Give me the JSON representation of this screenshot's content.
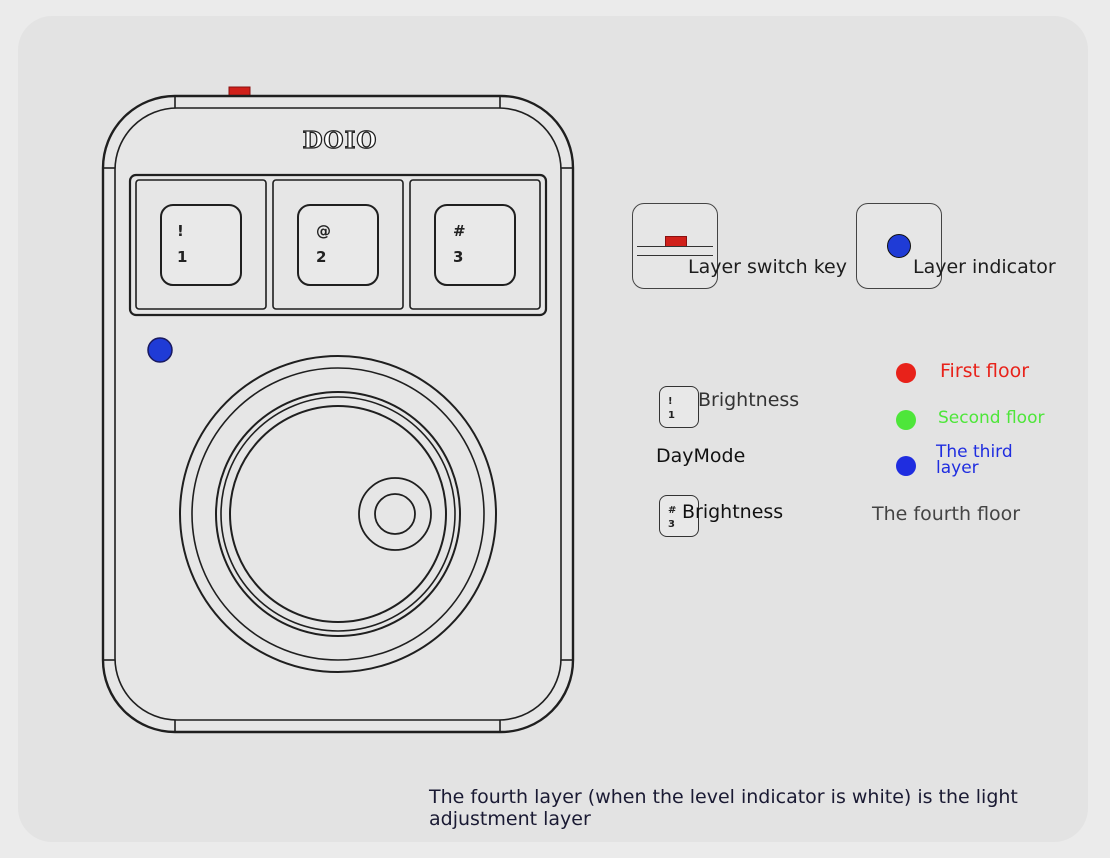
{
  "device": {
    "logo": "DOIO",
    "keys": [
      {
        "top": "!",
        "bottom": "1"
      },
      {
        "top": "@",
        "bottom": "2"
      },
      {
        "top": "#",
        "bottom": "3"
      }
    ],
    "indicator_color": "#1f3bd6",
    "switch_color": "#d0201a"
  },
  "icons": {
    "layer_switch_key": "Layer switch key",
    "layer_indicator": "Layer indicator"
  },
  "brightness": {
    "up_key_symbol_top": "!",
    "up_key_symbol_bottom": "1",
    "up_label": "Brightness",
    "mode_label_a": "Day",
    "mode_label_b": "Mode",
    "down_key_symbol_top": "#",
    "down_key_symbol_bottom": "3",
    "down_label": "Brightness"
  },
  "legend": [
    {
      "label": "First floor",
      "color": "#e8221a"
    },
    {
      "label": "Second floor",
      "color": "#4ee63a"
    },
    {
      "label": "The third",
      "label2": "layer",
      "color": "#1f2de0"
    },
    {
      "label": "The fourth floor",
      "color": ""
    }
  ],
  "note": "The fourth layer (when the level indicator is white) is the light adjustment layer"
}
